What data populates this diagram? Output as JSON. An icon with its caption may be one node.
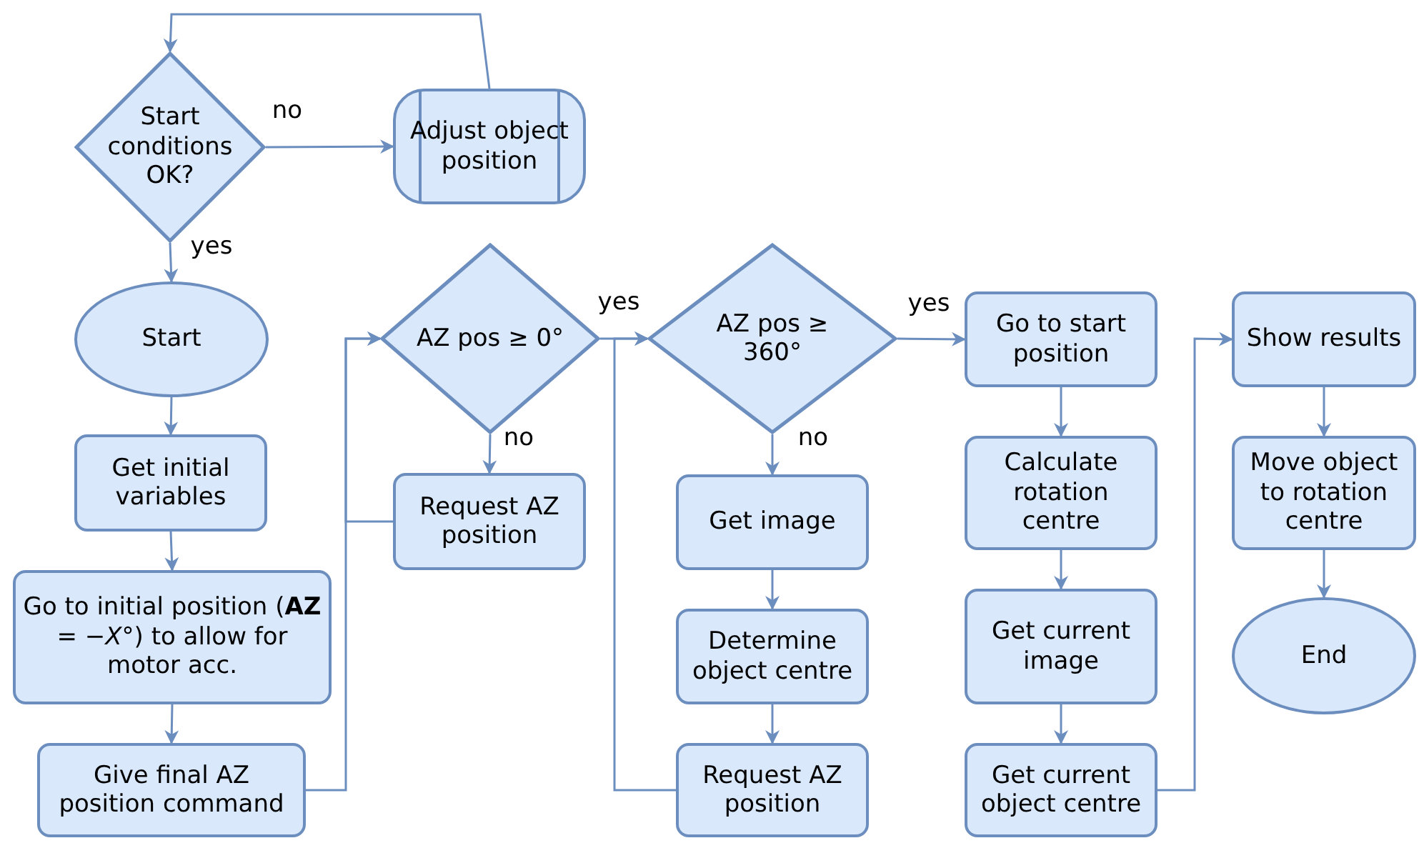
{
  "diagram": {
    "nodes": [
      {
        "text": [
          "Start conditions OK?"
        ]
      },
      {
        "text": [
          "Adjust object position"
        ]
      },
      {
        "text": [
          "Start"
        ]
      },
      {
        "text": [
          "Get initial variables"
        ]
      },
      {
        "text": [
          "Go to initial position (**AZ** = −*X*°) to allow for motor acc."
        ]
      },
      {
        "text": [
          "Give final AZ position command"
        ]
      },
      {
        "text": [
          "AZ pos ≥ 0°"
        ]
      },
      {
        "text": [
          "Request AZ position"
        ]
      },
      {
        "text": [
          "AZ pos ≥ 360°"
        ]
      },
      {
        "text": [
          "Get image"
        ]
      },
      {
        "text": [
          "Determine object centre"
        ]
      },
      {
        "text": [
          "Request AZ position"
        ]
      },
      {
        "text": [
          "Go to start position"
        ]
      },
      {
        "text": [
          "Calculate rotation centre"
        ]
      },
      {
        "text": [
          "Get current image"
        ]
      },
      {
        "text": [
          "Get current object centre"
        ]
      },
      {
        "text": [
          "Show results"
        ]
      },
      {
        "text": [
          "Move object to rotation centre"
        ]
      },
      {
        "text": [
          "End"
        ]
      }
    ],
    "edges": [
      {
        "from": 0,
        "to": 1,
        "arrow": "to",
        "label": "no"
      },
      {
        "from": 1,
        "to": 0,
        "arrow": "to"
      },
      {
        "from": 0,
        "to": 2,
        "arrow": "to",
        "label": "yes"
      },
      {
        "from": 2,
        "to": 3,
        "arrow": "to"
      },
      {
        "from": 3,
        "to": 4,
        "arrow": "to"
      },
      {
        "from": 4,
        "to": 5,
        "arrow": "to"
      },
      {
        "from": 5,
        "to": 6,
        "arrow": "to"
      },
      {
        "from": 6,
        "to": 7,
        "arrow": "to",
        "label": "no"
      },
      {
        "from": 7,
        "to": 6,
        "arrow": "to"
      },
      {
        "from": 6,
        "to": 8,
        "arrow": "to",
        "label": "yes"
      },
      {
        "from": 8,
        "to": 9,
        "arrow": "to",
        "label": "no"
      },
      {
        "from": 9,
        "to": 10,
        "arrow": "to"
      },
      {
        "from": 10,
        "to": 11,
        "arrow": "to"
      },
      {
        "from": 11,
        "to": 8,
        "arrow": "to"
      },
      {
        "from": 8,
        "to": 12,
        "arrow": "to",
        "label": "yes"
      },
      {
        "from": 12,
        "to": 13,
        "arrow": "to"
      },
      {
        "from": 13,
        "to": 14,
        "arrow": "to"
      },
      {
        "from": 14,
        "to": 15,
        "arrow": "to"
      },
      {
        "from": 15,
        "to": 16,
        "arrow": "to"
      },
      {
        "from": 16,
        "to": 17,
        "arrow": "to"
      },
      {
        "from": 17,
        "to": 18,
        "arrow": "to"
      }
    ]
  }
}
